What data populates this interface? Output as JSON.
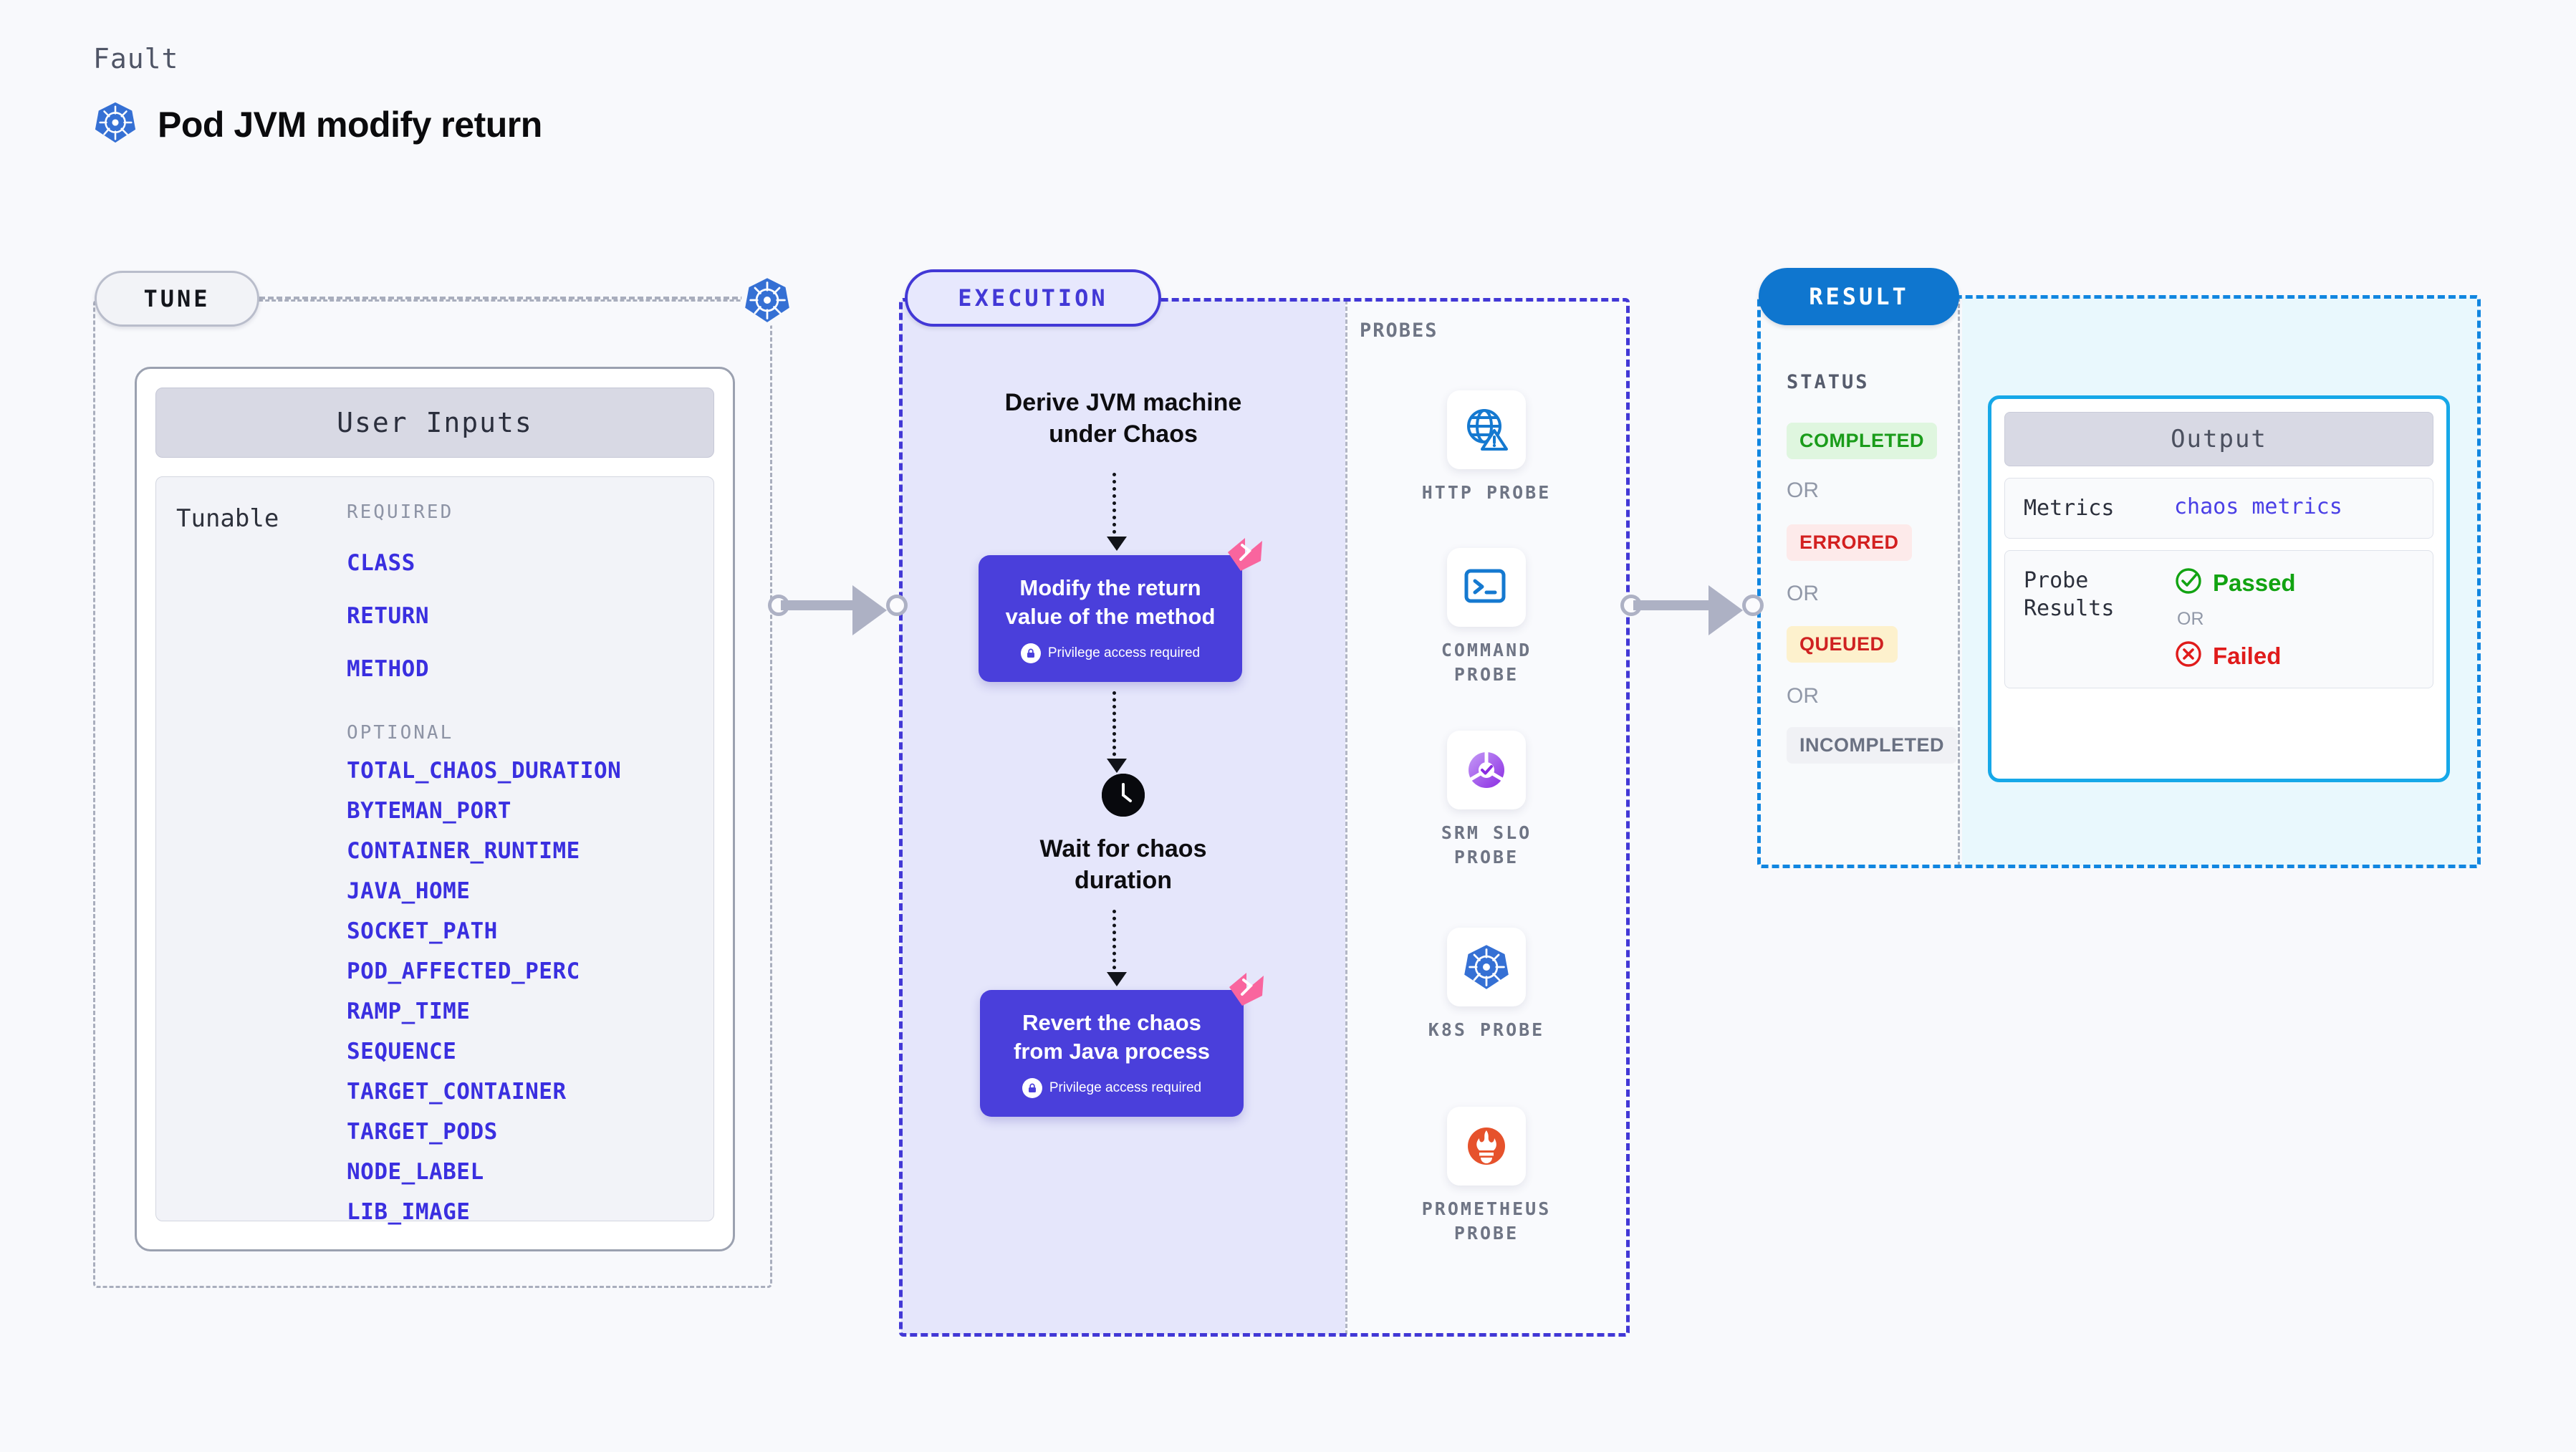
{
  "header": {
    "kind_label": "Fault",
    "title": "Pod JVM modify return",
    "icon": "kubernetes-icon"
  },
  "tune": {
    "pill_label": "TUNE",
    "badge_icon": "kubernetes-icon",
    "card": {
      "header": "User Inputs",
      "row_label": "Tunable",
      "groups": [
        {
          "heading": "REQUIRED",
          "params": [
            "CLASS",
            "RETURN",
            "METHOD"
          ]
        },
        {
          "heading": "OPTIONAL",
          "params": [
            "TOTAL_CHAOS_DURATION",
            "BYTEMAN_PORT",
            "CONTAINER_RUNTIME",
            "JAVA_HOME",
            "SOCKET_PATH",
            "POD_AFFECTED_PERC",
            "RAMP_TIME",
            "SEQUENCE",
            "TARGET_CONTAINER",
            "TARGET_PODS",
            "NODE_LABEL",
            "LIB_IMAGE"
          ]
        }
      ]
    }
  },
  "execution": {
    "pill_label": "EXECUTION",
    "step1_text": "Derive JVM machine\nunder Chaos",
    "card1": {
      "title": "Modify the return\nvalue of the method",
      "privilege": "Privilege access required",
      "lock_icon": "lock-icon",
      "ribbon_icon": "ribbon-flag-icon"
    },
    "wait_step": {
      "icon": "clock-icon",
      "text": "Wait for chaos\nduration"
    },
    "card2": {
      "title": "Revert the chaos\nfrom Java process",
      "privilege": "Privilege access required",
      "lock_icon": "lock-icon",
      "ribbon_icon": "ribbon-flag-icon"
    }
  },
  "probes": {
    "label": "PROBES",
    "items": [
      {
        "name": "HTTP PROBE",
        "icon": "globe-warning-icon"
      },
      {
        "name": "COMMAND\nPROBE",
        "icon": "terminal-icon"
      },
      {
        "name": "SRM SLO\nPROBE",
        "icon": "slo-donut-check-icon"
      },
      {
        "name": "K8S PROBE",
        "icon": "kubernetes-icon"
      },
      {
        "name": "PROMETHEUS\nPROBE",
        "icon": "prometheus-flame-icon"
      }
    ]
  },
  "result": {
    "pill_label": "RESULT",
    "status_label": "STATUS",
    "or_label": "OR",
    "statuses": [
      {
        "label": "COMPLETED",
        "bg": "#dff6df",
        "fg": "#1a9c1a"
      },
      {
        "label": "ERRORED",
        "bg": "#fdeaea",
        "fg": "#d32020"
      },
      {
        "label": "QUEUED",
        "bg": "#fdf1cd",
        "fg": "#cf2222"
      },
      {
        "label": "INCOMPLETED",
        "bg": "#f0f1f5",
        "fg": "#6a7182"
      }
    ],
    "output": {
      "header": "Output",
      "metrics_key": "Metrics",
      "metrics_value": "chaos metrics",
      "probe_results_key": "Probe\nResults",
      "passed_label": "Passed",
      "failed_label": "Failed",
      "or_label": "OR",
      "passed_icon": "check-circle-icon",
      "failed_icon": "x-circle-icon"
    }
  },
  "colors": {
    "accent_purple": "#4238d6",
    "accent_blue": "#0f76cf",
    "accent_cyan": "#16a8e8",
    "param_blue": "#3a2fe0",
    "ribbon_pink": "#f9659e",
    "k8s_blue": "#3570d4",
    "prometheus_orange": "#e6522c"
  }
}
